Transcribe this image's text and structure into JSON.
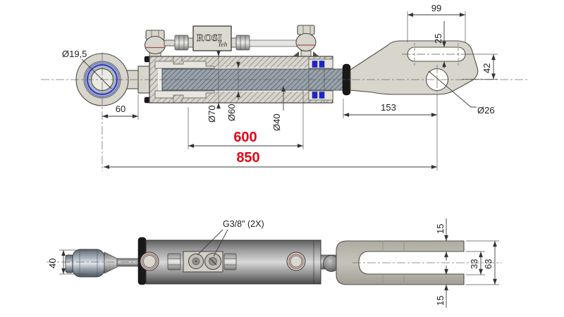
{
  "brand": {
    "name": "ROSI",
    "sub": "Teh"
  },
  "colors": {
    "dimension_red": "#e30613",
    "seal_blue": "#1f24cd",
    "line": "#3c3c3c",
    "part_fill": "#d8d5cd"
  },
  "top_view": {
    "dims": {
      "eye_bore": "Ø19,5",
      "eye_offset": "60",
      "body_od": "Ø70",
      "bore": "Ø60",
      "rod": "Ø40",
      "rod_to_hole": "153",
      "slot_length": "99",
      "slot_width": "25",
      "hole_offset": "42",
      "hole_dia": "Ø26",
      "stroke_red": "600",
      "overall_red": "850"
    }
  },
  "bottom_view": {
    "dims": {
      "ball_end_width": "40",
      "ports_label": "G3/8\" (2X)",
      "prong_top": "15",
      "slot_inner": "33",
      "fork_outer": "63",
      "prong_bottom": "15"
    }
  }
}
